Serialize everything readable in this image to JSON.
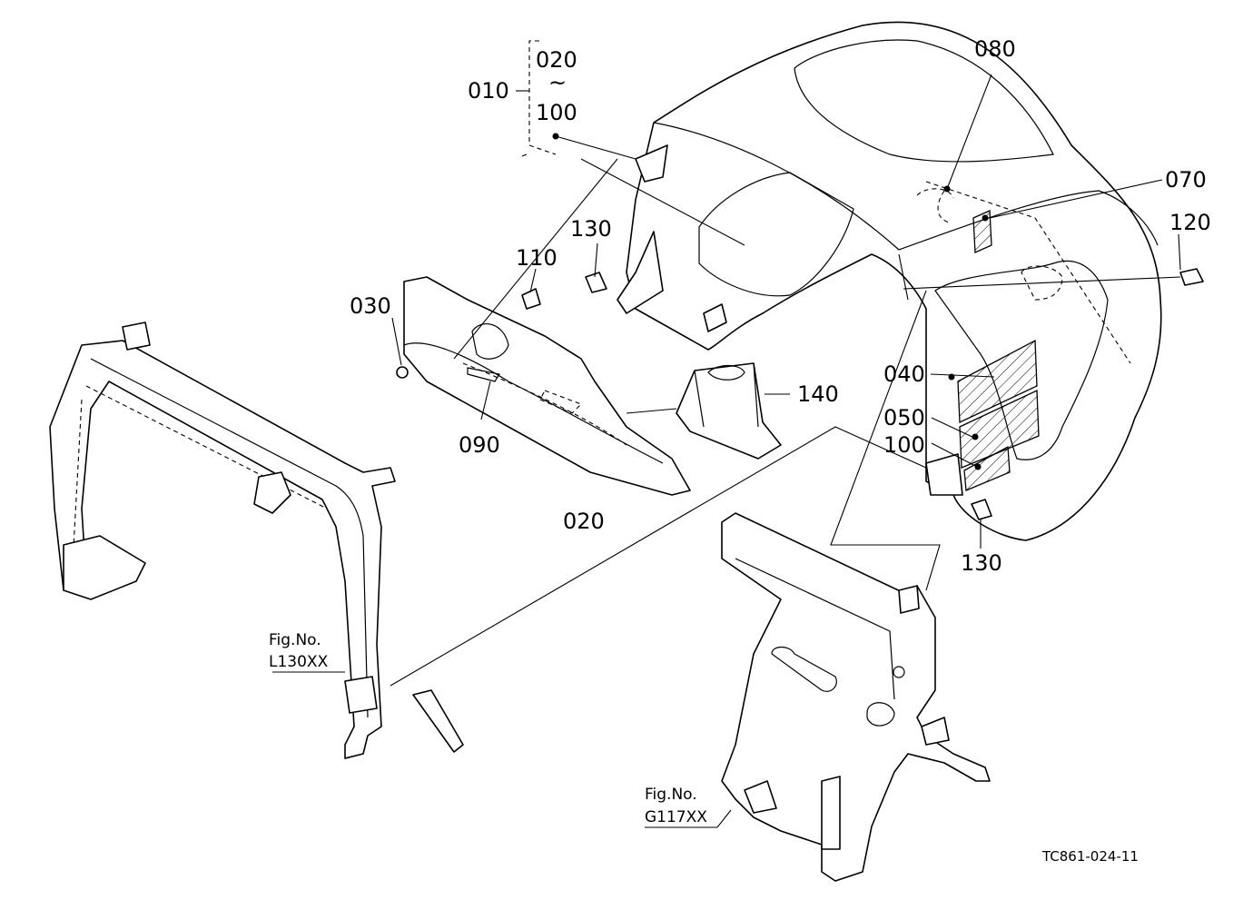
{
  "labels": {
    "p010": "010",
    "p020_top": "020",
    "tilde": "~",
    "p100_top": "100",
    "p080": "080",
    "p070": "070",
    "p120": "120",
    "p130_top": "130",
    "p110": "110",
    "p030": "030",
    "p140": "140",
    "p090": "090",
    "p020": "020",
    "p040": "040",
    "p050": "050",
    "p100": "100",
    "p130_bottom": "130"
  },
  "references": {
    "left_fig_label": "Fig.No.",
    "left_fig_number": "L130XX",
    "right_fig_label": "Fig.No.",
    "right_fig_number": "G117XX"
  },
  "drawing_code": "TC861-024-11"
}
